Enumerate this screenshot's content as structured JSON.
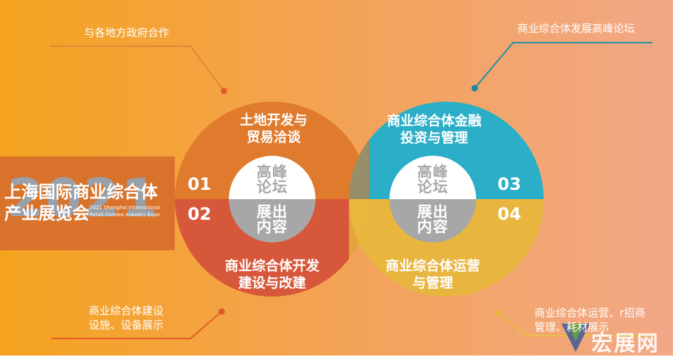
{
  "banner": {
    "title_line1": "上海国际商业综合体",
    "title_line2": "产业展览会",
    "year": "2021",
    "english_line1": "2021 Shanghai Internstional",
    "english_line2": "Retail Comlex Industry Expo"
  },
  "segments": [
    {
      "number": "01",
      "title_line1": "土地开发与",
      "title_line2": "贸易洽谈",
      "color": "#e07a2c"
    },
    {
      "number": "02",
      "title_line1": "商业综合体开发",
      "title_line2": "建设与改建",
      "color": "#d7573a"
    },
    {
      "number": "03",
      "title_line1": "商业综合体金融",
      "title_line2": "投资与管理",
      "color": "#2baec7"
    },
    {
      "number": "04",
      "title_line1": "商业综合体运营",
      "title_line2": "与管理",
      "color": "#e8b63f"
    }
  ],
  "centers": {
    "left_top": [
      "高峰",
      "论坛"
    ],
    "left_bottom": [
      "展出",
      "内容"
    ],
    "right_top": [
      "高峰",
      "论坛"
    ],
    "right_bottom": [
      "展出",
      "内容"
    ]
  },
  "callouts": {
    "top_left": "与各地方政府合作",
    "top_right": "商业综合体发展高峰论坛",
    "bottom_left_line1": "商业综合体建设",
    "bottom_left_line2": "设施、设备展示",
    "bottom_right_line1": "商业综合体运营、r招商",
    "bottom_right_line2": "管理、耗材展示"
  },
  "watermark": "宏展网"
}
